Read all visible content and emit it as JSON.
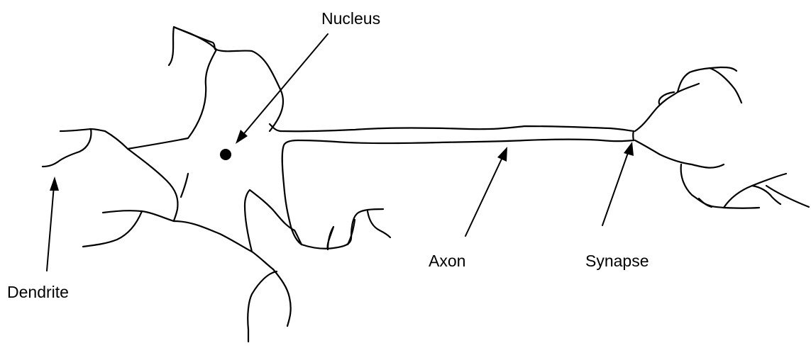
{
  "labels": {
    "nucleus": "Nucleus",
    "dendrite": "Dendrite",
    "axon": "Axon",
    "synapse": "Synapse"
  },
  "colors": {
    "ink": "#000000",
    "background": "#ffffff"
  }
}
